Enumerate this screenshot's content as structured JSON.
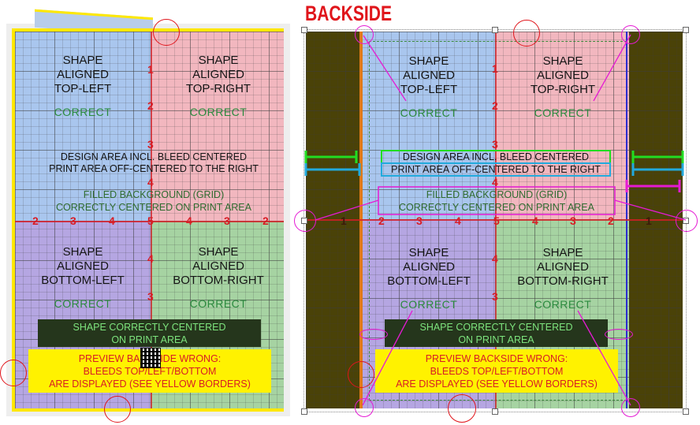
{
  "backside_title": "BACKSIDE",
  "left": {
    "quadrants": {
      "top_left": "SHAPE\nALIGNED\nTOP-LEFT",
      "top_right": "SHAPE\nALIGNED\nTOP-RIGHT",
      "bottom_left": "SHAPE\nALIGNED\nBOTTOM-LEFT",
      "bottom_right": "SHAPE\nALIGNED\nBOTTOM-RIGHT"
    },
    "correct": "CORRECT",
    "design_line": "DESIGN AREA INCL. BLEED CENTERED",
    "print_line": "PRINT AREA OFF-CENTERED TO THE RIGHT",
    "filled_bg_1": "FILLED BACKGROUND (GRID)",
    "filled_bg_2": "CORRECTLY CENTERED ON PRINT AREA",
    "shape_centered_1": "SHAPE CORRECTLY CENTERED",
    "shape_centered_2": "ON PRINT AREA",
    "preview_1": "PREVIEW BACKSIDE WRONG:",
    "preview_2": "BLEEDS TOP/LEFT/BOTTOM",
    "preview_3": "ARE DISPLAYED (SEE YELLOW BORDERS)",
    "vertical_numbers": [
      "1",
      "2",
      "3",
      "4",
      "4",
      "3"
    ],
    "horizontal_numbers": [
      "2",
      "3",
      "4",
      "5",
      "4",
      "3",
      "2"
    ]
  },
  "right": {
    "quadrants": {
      "top_left": "SHAPE\nALIGNED\nTOP-LEFT",
      "top_right": "SHAPE\nALIGNED\nTOP-RIGHT",
      "bottom_left": "SHAPE\nALIGNED\nBOTTOM-LEFT",
      "bottom_right": "SHAPE\nALIGNED\nBOTTOM-RIGHT"
    },
    "correct": "CORRECT",
    "design_line": "DESIGN AREA INCL. BLEED CENTERED",
    "print_line": "PRINT AREA OFF-CENTERED TO THE RIGHT",
    "filled_bg_1": "FILLED BACKGROUND (GRID)",
    "filled_bg_2": "CORRECTLY CENTERED ON PRINT AREA",
    "shape_centered_1": "SHAPE CORRECTLY CENTERED",
    "shape_centered_2": "ON PRINT AREA",
    "preview_1": "PREVIEW BACKSIDE WRONG:",
    "preview_2": "BLEEDS TOP/LEFT/BOTTOM",
    "preview_3": "ARE DISPLAYED (SEE YELLOW BORDERS)",
    "vertical_numbers": [
      "1",
      "2",
      "3",
      "4",
      "4",
      "3"
    ],
    "horizontal_numbers": [
      "1",
      "2",
      "3",
      "4",
      "5",
      "4",
      "3",
      "2",
      "1"
    ]
  },
  "colors": {
    "annotation_red": "#e0151b",
    "annotation_magenta": "#e51ad4",
    "marker_green": "#22dd22",
    "marker_blue": "#22aadd",
    "bleed_olive": "#4a4208",
    "border_yellow": "#ffe800"
  }
}
